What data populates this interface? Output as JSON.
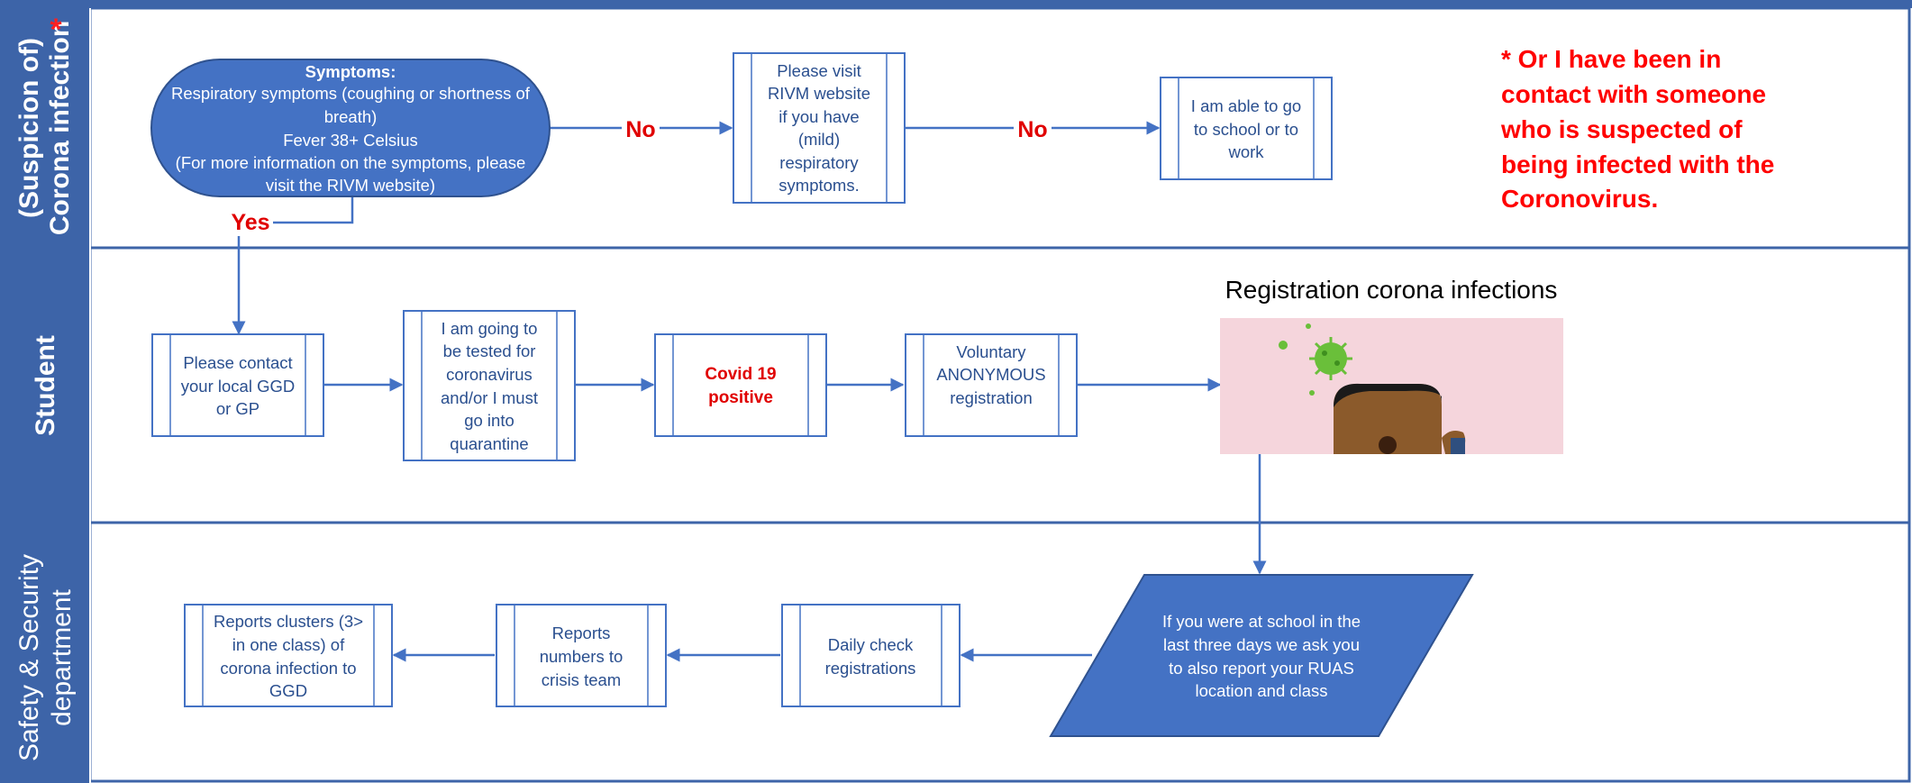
{
  "lanes": {
    "infection": [
      "(Suspicion of)",
      "Corona infection"
    ],
    "infection_marker": "*",
    "student": "Student",
    "safety": [
      "Safety & Security",
      "department"
    ]
  },
  "nodes": {
    "symptoms": {
      "title": "Symptoms:",
      "lines": [
        "Respiratory symptoms (coughing or shortness of",
        "breath)",
        "Fever 38+ Celsius",
        "(For more information on the symptoms, please",
        "visit the RIVM website)"
      ]
    },
    "rivm": [
      "Please visit",
      "RIVM website",
      "if you have",
      "(mild)",
      "respiratory",
      "symptoms."
    ],
    "school_work": [
      "I am able to go",
      "to school or to",
      "work"
    ],
    "contact_ggd": [
      "Please contact",
      "your local GGD",
      "or GP"
    ],
    "tested": [
      "I am going to",
      "be tested for",
      "coronavirus",
      "and/or I must",
      "go into",
      "quarantine"
    ],
    "covid_positive": [
      "Covid 19",
      "positive"
    ],
    "voluntary": [
      "Voluntary",
      "ANONYMOUS",
      "registration"
    ],
    "registration_title": "Registration corona infections",
    "school_report": [
      "If you were at school in the",
      "last three days we ask you",
      "to also report your RUAS",
      "location and class"
    ],
    "daily_check": [
      "Daily check",
      "registrations"
    ],
    "reports_crisis": [
      "Reports",
      "numbers to",
      "crisis team"
    ],
    "reports_clusters": [
      "Reports clusters (3>",
      "in one class) of",
      "corona infection to",
      "GGD"
    ]
  },
  "edge_labels": {
    "no_1": "No",
    "no_2": "No",
    "yes": "Yes"
  },
  "note": [
    "* Or I have been in",
    "contact with someone",
    "who is suspected of",
    "being infected with the",
    "Coronovirus."
  ],
  "colors": {
    "lane_header": "#3d64a8",
    "shape_fill": "#4472c4",
    "stroke": "#4472c4",
    "text": "#2a4f8f",
    "alert": "#e00000",
    "illustration_bg": "#f5d5dc",
    "virus": "#6abf3a",
    "face": "#8b5a2b"
  },
  "icons": {
    "illustration": "person-with-coronavirus-illustration"
  }
}
